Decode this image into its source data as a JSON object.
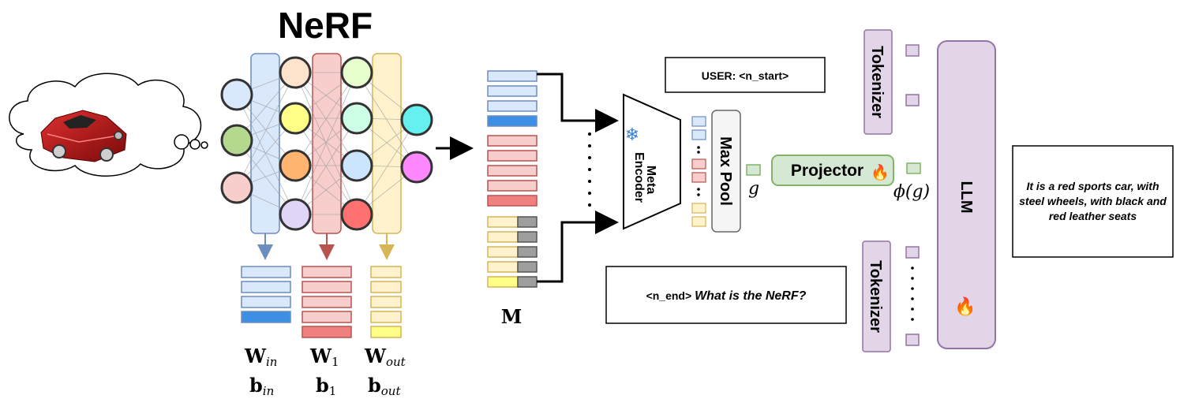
{
  "title": "NeRF",
  "labels": {
    "w_in": "W",
    "w_in_sub": "in",
    "b_in": "b",
    "b_in_sub": "in",
    "w_1": "W",
    "w_1_sub": "1",
    "b_1": "b",
    "b_1_sub": "1",
    "w_out": "W",
    "w_out_sub": "out",
    "b_out": "b",
    "b_out_sub": "out",
    "matrix": "M",
    "g": "g",
    "phi_g": "ϕ(g)"
  },
  "blocks": {
    "meta_encoder_line1": "Meta",
    "meta_encoder_line2": "Encoder",
    "max_pool": "Max Pool",
    "projector": "Projector",
    "tokenizer_top": "Tokenizer",
    "tokenizer_bottom": "Tokenizer",
    "llm": "LLM"
  },
  "prompts": {
    "user_prefix": "USER: <n_start>",
    "end_token": "<n_end>",
    "question": "What is the NeRF?"
  },
  "output_text": "It is a red sports car, with steel wheels, with black and red leather seats",
  "icons": {
    "snowflake": "❄",
    "fire": "🔥"
  },
  "colors": {
    "blue_fill": "#dae8fc",
    "blue_stroke": "#6c8ebf",
    "blue_accent": "#3d8fe6",
    "red_fill": "#f8cecc",
    "red_stroke": "#b85450",
    "red_accent": "#f08080",
    "yellow_fill": "#fff2cc",
    "yellow_stroke": "#d6b656",
    "yellow_accent": "#ffff88",
    "green_fill": "#d5e8d4",
    "green_stroke": "#82b366",
    "purple_fill": "#e1d5e7",
    "purple_stroke": "#9673a6",
    "gray_fill": "#f5f5f5",
    "gray_stroke": "#666666"
  }
}
